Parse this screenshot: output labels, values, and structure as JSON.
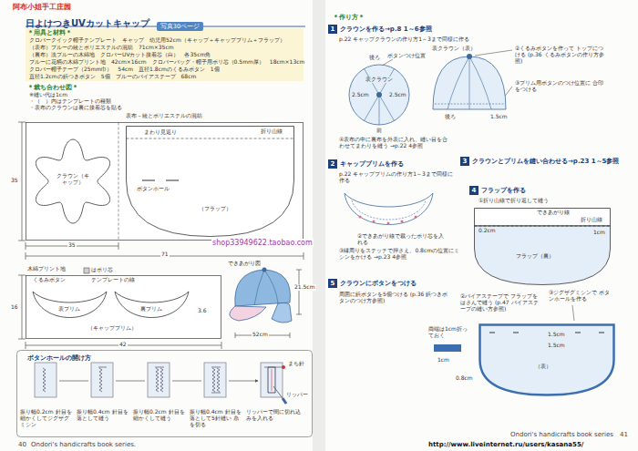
{
  "diagram": {
    "nodes": [
      {
        "text": [
          "日よけつきUVカットキャップ"
        ]
      },
      {
        "text": [
          "写真30ページ"
        ]
      },
      {
        "text": [
          "表布－綾とポリエステルの混紡"
        ]
      },
      {
        "text": [
          "クラウン（キャップ）"
        ],
        "in": 2
      },
      {
        "text": [
          "まわり見返り",
          "ボタンホール",
          "（フラップ）"
        ],
        "in": 2
      },
      {
        "text": [
          "木綿プリント地"
        ]
      },
      {
        "text": [
          "表ブリム"
        ],
        "in": 5
      },
      {
        "text": [
          "裏ブリム"
        ],
        "in": 5
      },
      {
        "text": [
          "ボタンホールの開け方"
        ]
      },
      {
        "text": [
          "1",
          "クラウンを作る→p.8 1～6参照"
        ]
      },
      {
        "text": [
          "表クラウン"
        ]
      },
      {
        "text": [
          "表クラウン（表）"
        ]
      },
      {
        "text": [
          "2",
          "キャップブリムを作る"
        ]
      },
      {
        "text": [
          "3",
          "クラウンとブリムを縫い合わせる→p.23 1～5参照"
        ]
      },
      {
        "text": [
          "4",
          "フラップを作る"
        ]
      },
      {
        "text": [
          "フラップ（裏）"
        ]
      },
      {
        "text": [
          "（表）"
        ]
      },
      {
        "text": [
          "5",
          "クラウンにボタンをつける"
        ]
      }
    ],
    "labels": [
      "阿布小姐手工庄园",
      "＊用具と材料＊",
      "クロバークイック帽子テンプレート　キャップ　幼児用52cm（キャップ＋キャップブリム＋フラップ）",
      "（表布）ブルーの綾とポリエステルの混紡　71cm×35cm",
      "（裏布）淡ブルーの木綿地　クロバーUVカット接着芯（白）　各35cm角",
      "ブルーに花柄の木綿プリント地　42cm×16cm　クロバーバッグ・帽子用ポリ芯（0.5mm厚）　18cm×13cm",
      "クロバー帽子テープ（25mm巾）　54cm　直径1.8cmのくるみボタン　1個",
      "直径1.2cmの鋲つきボタン　5個　ブルーのバイアステープ　68cm",
      "＊裁ち合わせ図＊",
      "※縫い代は1cm",
      "・（　）内はテンプレートの種類",
      "・表布のクラウンは裏に接着芯を貼る",
      "折り山線",
      "35",
      "35",
      "71",
      "はポリ芯",
      "くるみボタン",
      "テンプレートの線",
      "3.6",
      "16",
      "（キャップブリム）",
      "42",
      "できあがり図",
      "21.5cm",
      "52cm",
      "振り幅0.2cm 針目を細かくしてジグザグミシン",
      "振り幅0.4cm 針目を落として縫う",
      "振り幅0.2cm 針目を細かくして縫う",
      "振り幅0.4cm 針目を落として5針縫い 糸を切る",
      "リッパーで間に切れ込みを入れる",
      "まち針",
      "リッパー",
      "40",
      "Ondori's handicrafts book series.",
      "shop33949622.taobao.com",
      "＊作り方＊",
      "p.22 キャップクラウンの作り方1～3まで同様に作る",
      "ボタンつけ位置",
      "後ろ",
      "2.5cm",
      "2.5cm",
      "前",
      "②くるみボタンを作って トップにつける (p.36 くるみボタンの作り方参照)",
      "③ブリム用ボタンのつけ位置に 合印をつける",
      "後ろ",
      "1.5cm",
      "④表布の中に裏布を外表に入れ、縫い目を合わせてまわりを縫う →p.22 4参照",
      "p.22 キャップブリムの作り方1～3まで同様に作る",
      "②できあがり線で裁ったポリ芯を入れる",
      "③縁周りをステッチで押さえ、0.8cmの位置にミシンをかける →p.23 4参照",
      "周囲に鋲ボタンを5個つける (p.36 鋲つきボタンのつけ方参照)",
      "①折り山線で折り返して縫う",
      "できあがり線",
      "折り山線",
      "0.2cm",
      "1cm",
      "②バイアステープで フラップをはさんで縫う (p.47 バイアステープの縫い方参照)",
      "③ジグザグミシンで ボタンホールを作る",
      "両端は1cm折っておく",
      "1cm",
      "1.5cm",
      "1.5cm",
      "0.8cm",
      "http://www.liveinternet.ru/users/kasana55/",
      "Ondori's handicrafts book series",
      "41"
    ]
  }
}
